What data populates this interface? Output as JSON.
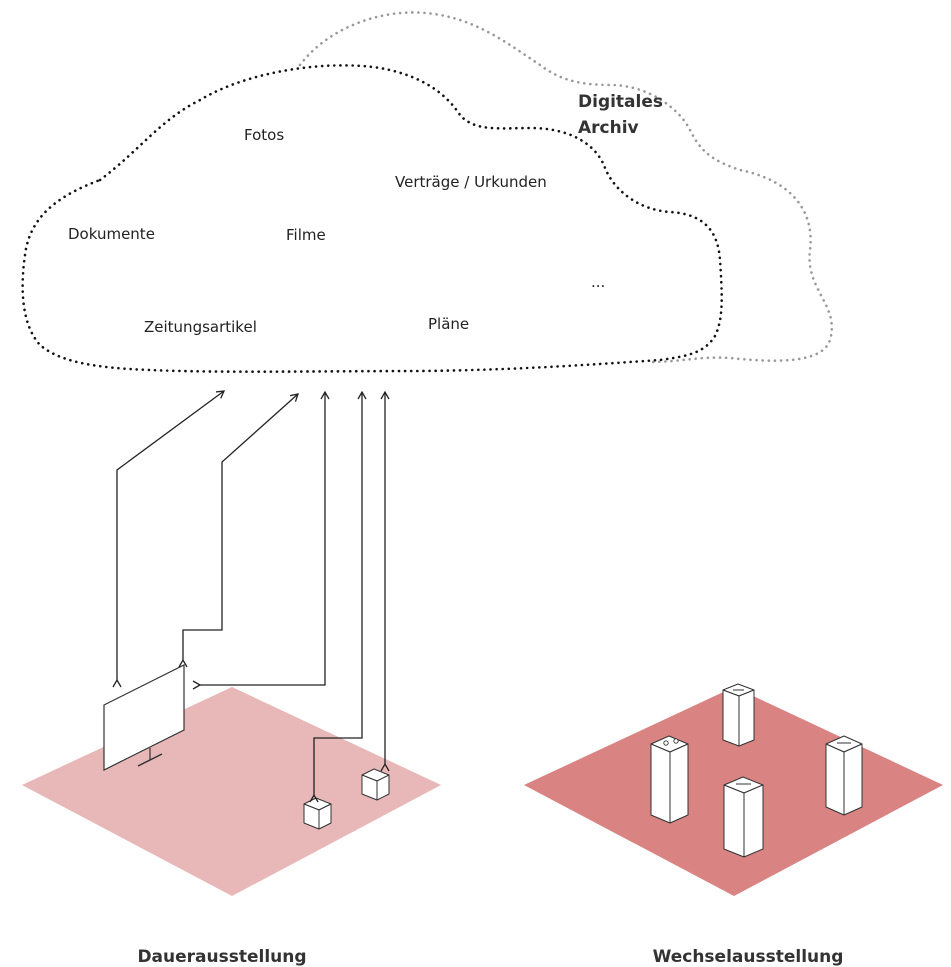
{
  "archive": {
    "title_line1": "Digitales",
    "title_line2": "Archiv"
  },
  "cloud_items": {
    "fotos": "Fotos",
    "vertraege": "Verträge / Urkunden",
    "dokumente": "Dokumente",
    "filme": "Filme",
    "ellipsis": "...",
    "zeitungsartikel": "Zeitungsartikel",
    "plaene": "Pläne"
  },
  "exhibitions": {
    "permanent": "Dauerausstellung",
    "temporary": "Wechselausstellung"
  },
  "colors": {
    "permanent_floor": "#e8b8b8",
    "temporary_floor": "#d98383",
    "cloud_front": "#111111",
    "cloud_back": "#999999"
  }
}
